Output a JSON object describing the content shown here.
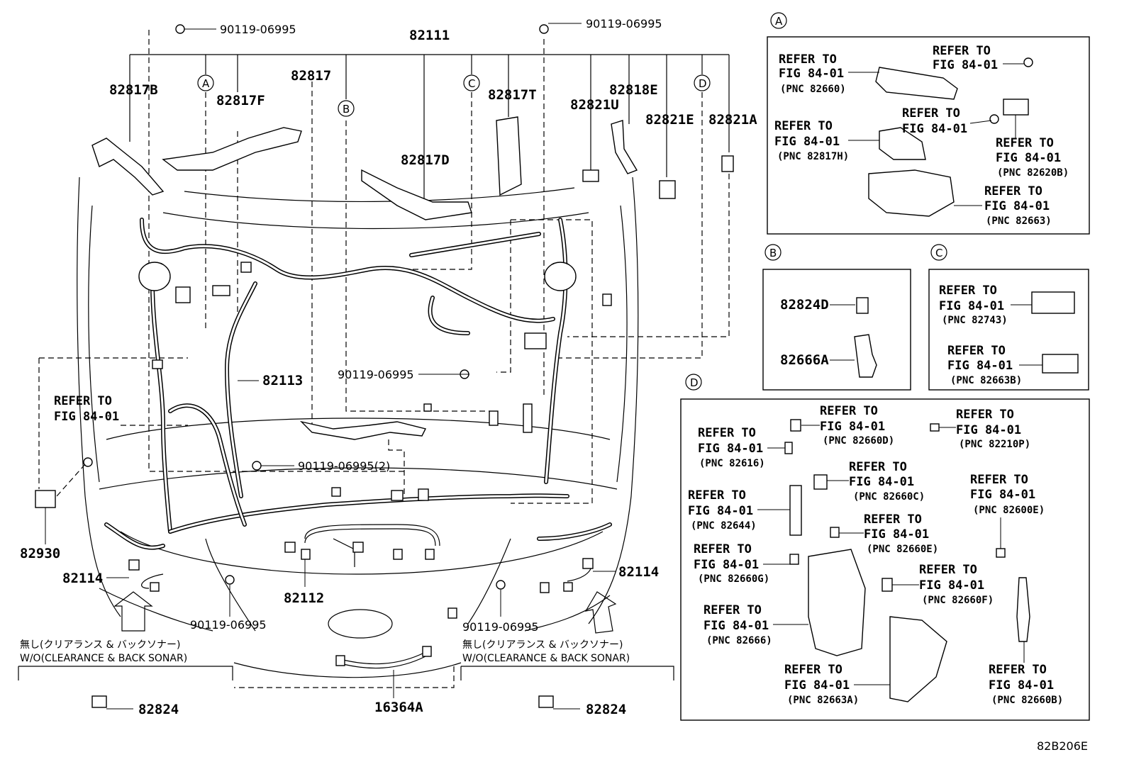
{
  "main_labels": {
    "p82111": "82111",
    "p82817B": "82817B",
    "p82817F": "82817F",
    "p82817": "82817",
    "p82817T": "82817T",
    "p82818E": "82818E",
    "p82817D": "82817D",
    "p82821U": "82821U",
    "p82821E": "82821E",
    "p82821A": "82821A",
    "p82113": "82113",
    "p82930": "82930",
    "p82114_left": "82114",
    "p82114_right": "82114",
    "p82112": "82112",
    "p16364A": "16364A",
    "p82824_left": "82824",
    "p82824_right": "82824"
  },
  "bolt_codes": {
    "top_left": "90119-06995",
    "top_center": "90119-06995",
    "middle": "90119-06995",
    "lower_qty": "90119-06995(2)",
    "bottom_left": "90119-06995",
    "bottom_right": "90119-06995"
  },
  "circles": {
    "A": "A",
    "B": "B",
    "C": "C",
    "D": "D"
  },
  "left_refer": {
    "line1": "REFER TO",
    "line2": "FIG 84-01"
  },
  "notes": {
    "left_jp": "無し(クリアランス & バックソナー)",
    "left_en": "W/O(CLEARANCE & BACK SONAR)",
    "right_jp": "無し(クリアランス & バックソナー)",
    "right_en": "W/O(CLEARANCE & BACK SONAR)"
  },
  "panel_A": {
    "title": "A",
    "items": [
      {
        "l1": "REFER TO",
        "l2": "FIG 84-01",
        "pnc": "(PNC 82660)"
      },
      {
        "l1": "REFER TO",
        "l2": "FIG 84-01",
        "pnc": ""
      },
      {
        "l1": "REFER TO",
        "l2": "FIG 84-01",
        "pnc": "(PNC 82817H)"
      },
      {
        "l1": "REFER TO",
        "l2": "FIG 84-01",
        "pnc": ""
      },
      {
        "l1": "REFER TO",
        "l2": "FIG 84-01",
        "pnc": "(PNC 82620B)"
      },
      {
        "l1": "REFER TO",
        "l2": "FIG 84-01",
        "pnc": "(PNC 82663)"
      }
    ]
  },
  "panel_B": {
    "title": "B",
    "items": [
      "82824D",
      "82666A"
    ]
  },
  "panel_C": {
    "title": "C",
    "items": [
      {
        "l1": "REFER TO",
        "l2": "FIG 84-01",
        "pnc": "(PNC 82743)"
      },
      {
        "l1": "REFER TO",
        "l2": "FIG 84-01",
        "pnc": "(PNC 82663B)"
      }
    ]
  },
  "panel_D": {
    "title": "D",
    "items": [
      {
        "l1": "REFER TO",
        "l2": "FIG 84-01",
        "pnc": "(PNC 82660D)"
      },
      {
        "l1": "REFER TO",
        "l2": "FIG 84-01",
        "pnc": "(PNC 82210P)"
      },
      {
        "l1": "REFER TO",
        "l2": "FIG 84-01",
        "pnc": "(PNC 82616)"
      },
      {
        "l1": "REFER TO",
        "l2": "FIG 84-01",
        "pnc": "(PNC 82660C)"
      },
      {
        "l1": "REFER TO",
        "l2": "FIG 84-01",
        "pnc": "(PNC 82600E)"
      },
      {
        "l1": "REFER TO",
        "l2": "FIG 84-01",
        "pnc": "(PNC 82644)"
      },
      {
        "l1": "REFER TO",
        "l2": "FIG 84-01",
        "pnc": "(PNC 82660E)"
      },
      {
        "l1": "REFER TO",
        "l2": "FIG 84-01",
        "pnc": "(PNC 82660G)"
      },
      {
        "l1": "REFER TO",
        "l2": "FIG 84-01",
        "pnc": "(PNC 82660F)"
      },
      {
        "l1": "REFER TO",
        "l2": "FIG 84-01",
        "pnc": "(PNC 82666)"
      },
      {
        "l1": "REFER TO",
        "l2": "FIG 84-01",
        "pnc": "(PNC 82663A)"
      },
      {
        "l1": "REFER TO",
        "l2": "FIG 84-01",
        "pnc": "(PNC 82660B)"
      }
    ]
  },
  "figure_id": "82B206E"
}
